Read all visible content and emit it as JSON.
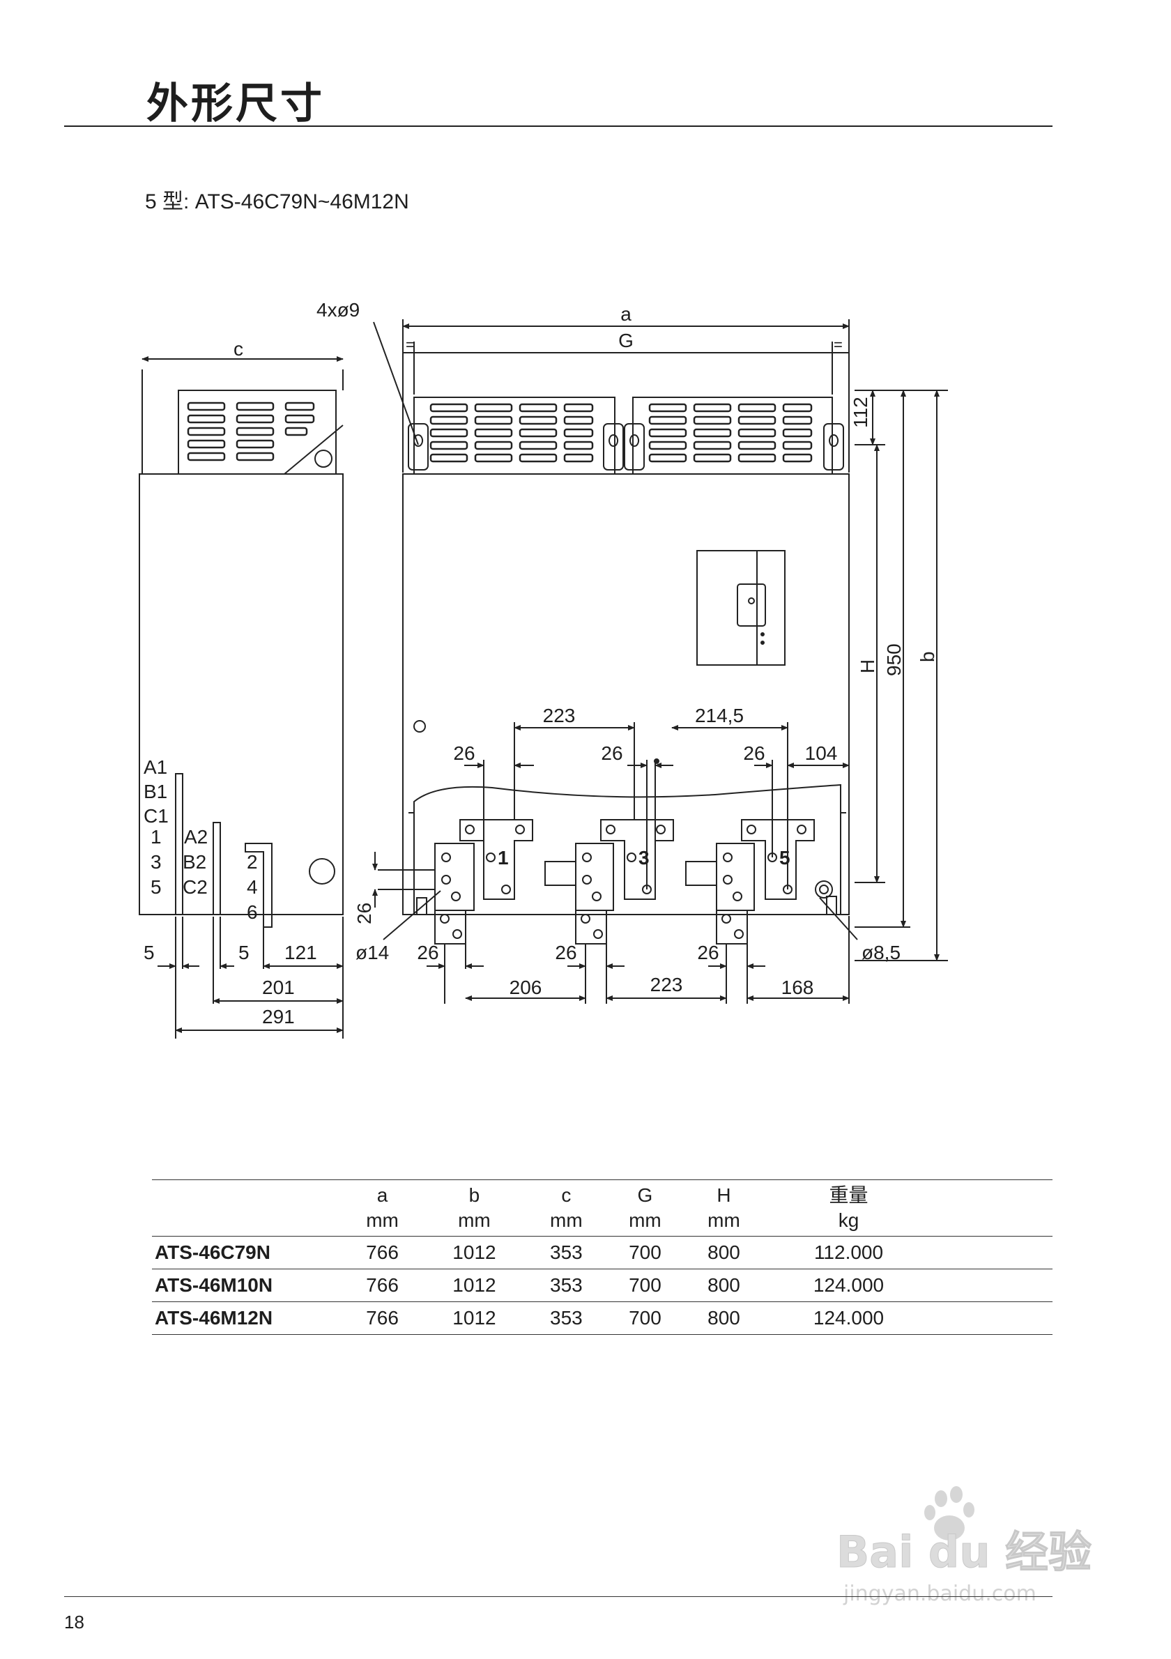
{
  "header": {
    "title": "外形尺寸"
  },
  "subtitle": "5 型:  ATS-46C79N~46M12N",
  "drawing": {
    "side_view": {
      "width_label": "c",
      "terminals_col1": [
        "A1",
        "B1",
        "C1",
        "1",
        "3",
        "5"
      ],
      "terminals_col2": [
        "A2",
        "B2",
        "C2"
      ],
      "terminals_col3": [
        "2",
        "4",
        "6"
      ],
      "dims": [
        "5",
        "5",
        "121",
        "201",
        "291"
      ]
    },
    "front_view": {
      "hole_label": "4xø9",
      "top_labels": [
        "a",
        "G",
        "=",
        "="
      ],
      "right_dims": [
        "112",
        "H",
        "950",
        "b"
      ],
      "busbar_dims_top": [
        "223",
        "214,5",
        "26",
        "26",
        "26",
        "104"
      ],
      "busbar_dims_bottom": [
        "26",
        "26",
        "26",
        "206",
        "223",
        "168"
      ],
      "terminal_numbers": [
        "1",
        "3",
        "5"
      ],
      "left_dims": [
        "26",
        "ø14"
      ],
      "right_hole": "ø8,5"
    }
  },
  "table": {
    "columns": [
      {
        "name": "a",
        "unit": "mm"
      },
      {
        "name": "b",
        "unit": "mm"
      },
      {
        "name": "c",
        "unit": "mm"
      },
      {
        "name": "G",
        "unit": "mm"
      },
      {
        "name": "H",
        "unit": "mm"
      },
      {
        "name": "重量",
        "unit": "kg"
      }
    ],
    "rows": [
      {
        "model": "ATS-46C79N",
        "a": "766",
        "b": "1012",
        "c": "353",
        "G": "700",
        "H": "800",
        "weight": "112.000"
      },
      {
        "model": "ATS-46M10N",
        "a": "766",
        "b": "1012",
        "c": "353",
        "G": "700",
        "H": "800",
        "weight": "124.000"
      },
      {
        "model": "ATS-46M12N",
        "a": "766",
        "b": "1012",
        "c": "353",
        "G": "700",
        "H": "800",
        "weight": "124.000"
      }
    ]
  },
  "footer": {
    "page_number": "18"
  },
  "watermark": {
    "brand": "Bai du 经验",
    "url": "jingyan.baidu.com"
  }
}
